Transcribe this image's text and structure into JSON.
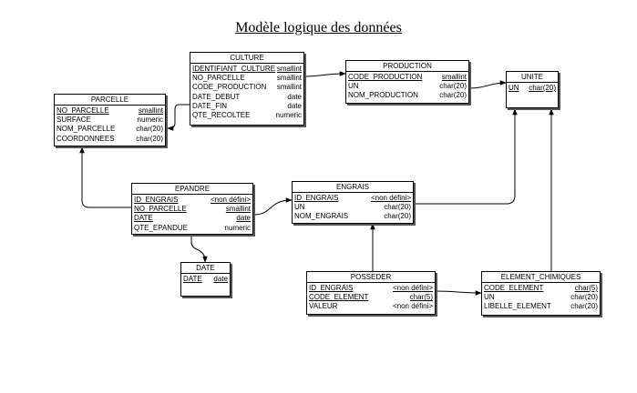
{
  "title": "Modèle logique des données",
  "entities": {
    "culture": {
      "name": "CULTURE",
      "attrs": [
        {
          "name": "IDENTIFIANT_CULTURE",
          "type": "smallint"
        },
        {
          "name": "NO_PARCELLE",
          "type": "smallint"
        },
        {
          "name": "CODE_PRODUCTION",
          "type": "smallint"
        },
        {
          "name": "DATE_DEBUT",
          "type": "date"
        },
        {
          "name": "DATE_FIN",
          "type": "date"
        },
        {
          "name": "QTE_RECOLTEE",
          "type": "numeric"
        }
      ]
    },
    "production": {
      "name": "PRODUCTION",
      "attrs": [
        {
          "name": "CODE_PRODUCTION",
          "type": "smallint"
        },
        {
          "name": "UN",
          "type": "char(20)"
        },
        {
          "name": "NOM_PRODUCTION",
          "type": "char(20)"
        }
      ]
    },
    "unite": {
      "name": "UNITE",
      "attrs": [
        {
          "name": "UN",
          "type": "char(20)"
        }
      ]
    },
    "parcelle": {
      "name": "PARCELLE",
      "attrs": [
        {
          "name": "NO_PARCELLE",
          "type": "smallint"
        },
        {
          "name": "SURFACE",
          "type": "numeric"
        },
        {
          "name": "NOM_PARCELLE",
          "type": "char(20)"
        },
        {
          "name": "COORDONNEES",
          "type": "char(20)"
        }
      ]
    },
    "epandre": {
      "name": "EPANDRE",
      "attrs": [
        {
          "name": "ID_ENGRAIS",
          "type": "<non défini>"
        },
        {
          "name": "NO_PARCELLE",
          "type": "smallint"
        },
        {
          "name": "DATE",
          "type": "date"
        },
        {
          "name": "QTE_EPANDUE",
          "type": "numeric"
        }
      ]
    },
    "engrais": {
      "name": "ENGRAIS",
      "attrs": [
        {
          "name": "ID_ENGRAIS",
          "type": "<non défini>"
        },
        {
          "name": "UN",
          "type": "char(20)"
        },
        {
          "name": "NOM_ENGRAIS",
          "type": "char(20)"
        }
      ]
    },
    "date": {
      "name": "DATE",
      "attrs": [
        {
          "name": "DATE",
          "type": "date"
        }
      ]
    },
    "posseder": {
      "name": "POSSEDER",
      "attrs": [
        {
          "name": "ID_ENGRAIS",
          "type": "<non défini>"
        },
        {
          "name": "CODE_ELEMENT",
          "type": "char(5)"
        },
        {
          "name": "VALEUR",
          "type": "<non défini>"
        }
      ]
    },
    "element_chimiques": {
      "name": "ELEMENT_CHIMIQUES",
      "attrs": [
        {
          "name": "CODE_ELEMENT",
          "type": "char(5)"
        },
        {
          "name": "UN",
          "type": "char(20)"
        },
        {
          "name": "LIBELLE_ELEMENT",
          "type": "char(20)"
        }
      ]
    }
  }
}
